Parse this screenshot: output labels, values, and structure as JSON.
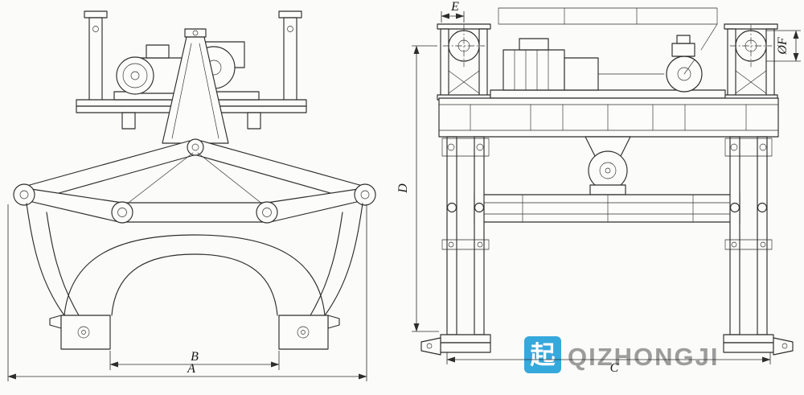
{
  "page": {
    "background": "#fbfbf9",
    "line_color": "#2d2d2d"
  },
  "drawing": {
    "description_front_view": "front-view-of-crane-tongs",
    "description_side_view": "side-view-of-crane-tongs"
  },
  "labels": {
    "front": {
      "a": "A",
      "b": "B"
    },
    "side": {
      "c": "C",
      "d": "D",
      "e": "E",
      "f": "ØF"
    }
  },
  "watermark": {
    "logo_char": "起",
    "brand": "QIZHONGJI",
    "logo_color": "#35a8dc",
    "brand_color": "#9c9c9c",
    "logo_text_color": "#ffffff"
  }
}
